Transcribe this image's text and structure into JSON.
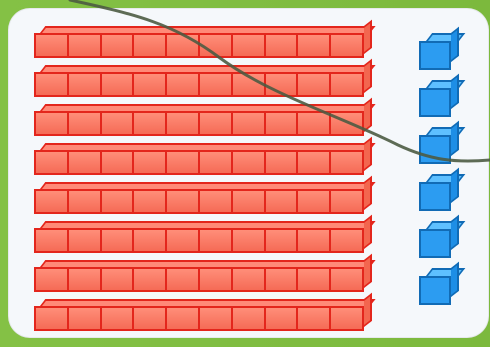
{
  "scene": {
    "background_color": "#80bf3f",
    "card_color": "#f5f8fb",
    "tens_rods": 8,
    "units_per_rod": 10,
    "ones_cubes": 6
  }
}
